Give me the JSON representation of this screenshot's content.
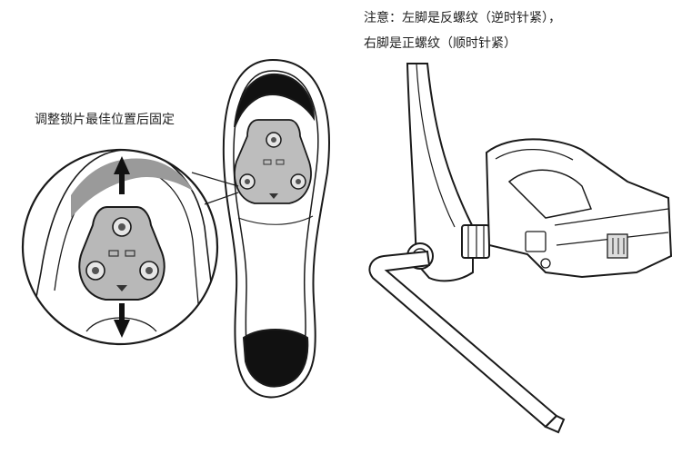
{
  "labels": {
    "cleat_adjust": "调整锁片最佳位置后固定",
    "thread_note_line1": "注意：左脚是反螺纹（逆时针紧），",
    "thread_note_line2": "右脚是正螺纹（顺时针紧）"
  },
  "colors": {
    "line": "#1a1a1a",
    "cleat_fill": "#b8b8b8",
    "sole_dark": "#111111",
    "arch_grey": "#9a9a9a"
  },
  "icons": [
    "up-arrow-icon",
    "down-arrow-icon",
    "allen-key",
    "bicycle-crank",
    "pedal"
  ]
}
